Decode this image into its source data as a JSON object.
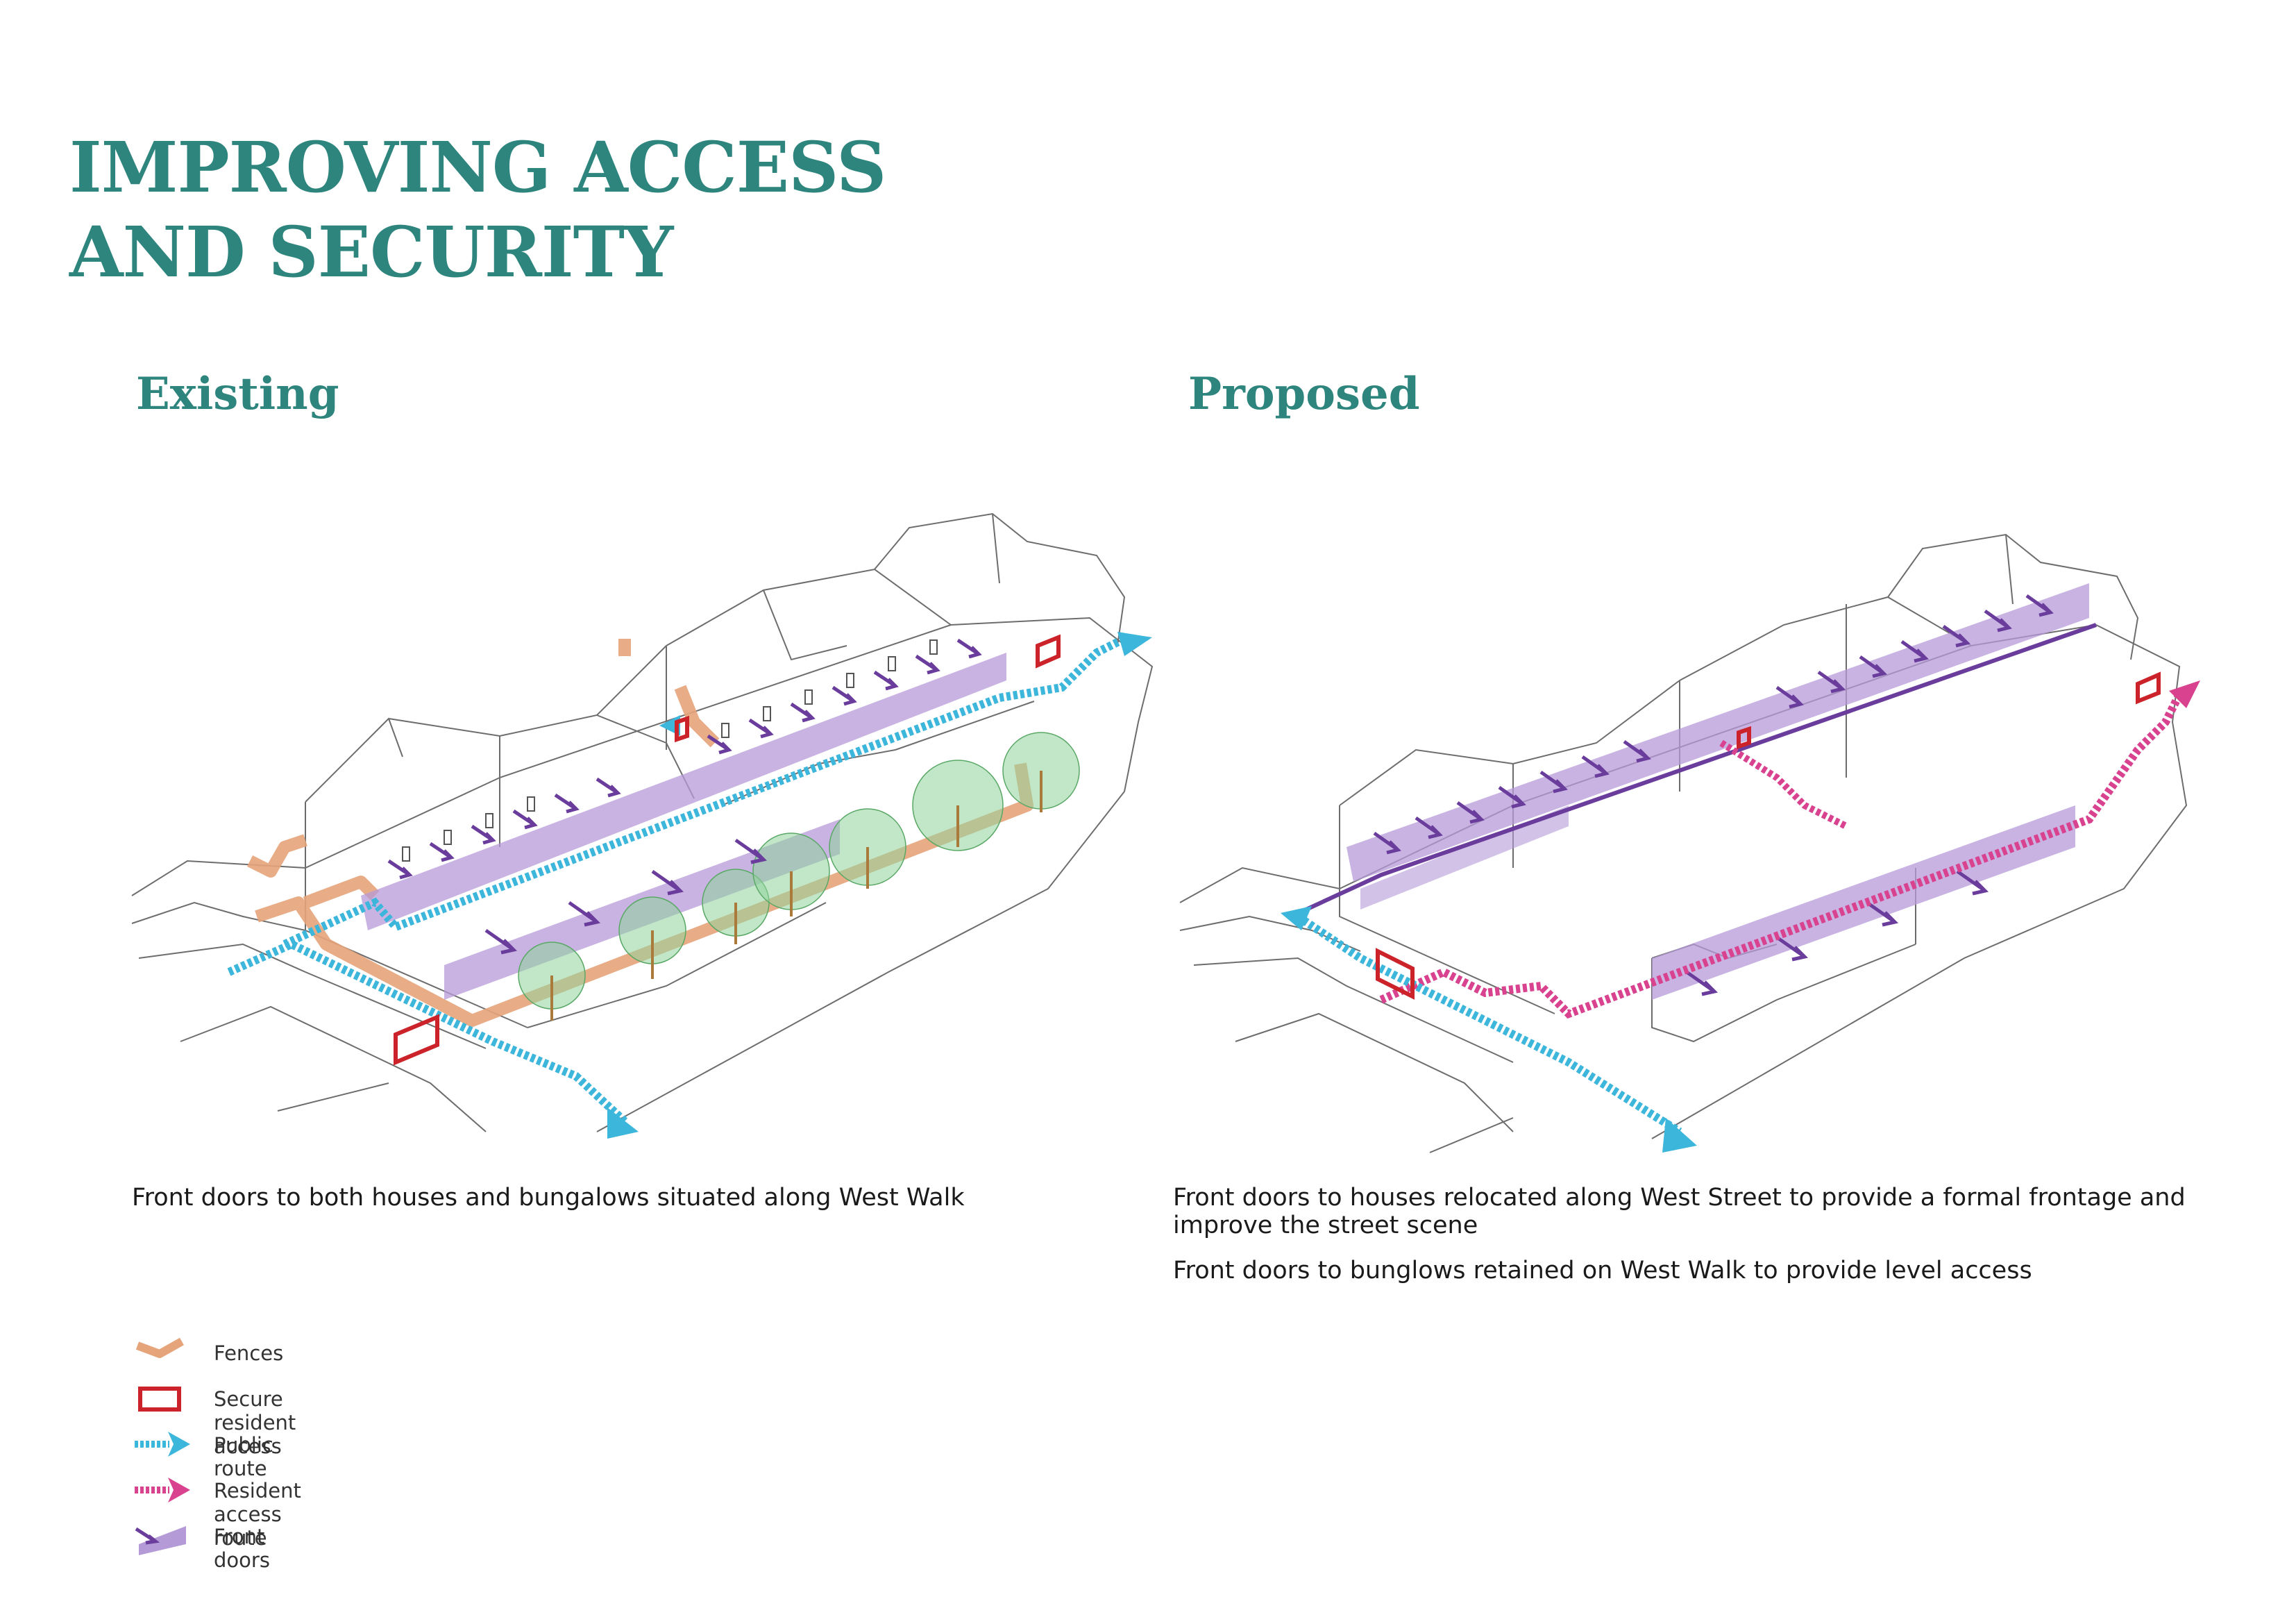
{
  "title_lines": [
    "IMPROVING ACCESS",
    "AND SECURITY"
  ],
  "panels": {
    "existing": {
      "title": "Existing",
      "caption": "Front doors to both houses and bungalows situated along West Walk"
    },
    "proposed": {
      "title": "Proposed",
      "caption_lines": [
        "Front doors to houses relocated along West Street to provide a formal frontage and improve the street scene",
        "Front doors to bunglows retained on West Walk to provide level access"
      ]
    }
  },
  "legend": [
    {
      "label": "Fences",
      "color": "#e6a47a",
      "icon": "fence-icon"
    },
    {
      "label": "Secure resident access",
      "color": "#cc2229",
      "icon": "secure-access-icon"
    },
    {
      "label": "Public route",
      "color": "#3db6dc",
      "icon": "public-route-icon"
    },
    {
      "label": "Resident access route",
      "color": "#d9428f",
      "icon": "resident-route-icon"
    },
    {
      "label": "Front doors",
      "color": "#6a3c9c",
      "icon": "front-doors-icon"
    }
  ],
  "colors": {
    "heading": "#2e857d",
    "tree": "#8fd49b",
    "front_door_band": "#b59ad8"
  }
}
